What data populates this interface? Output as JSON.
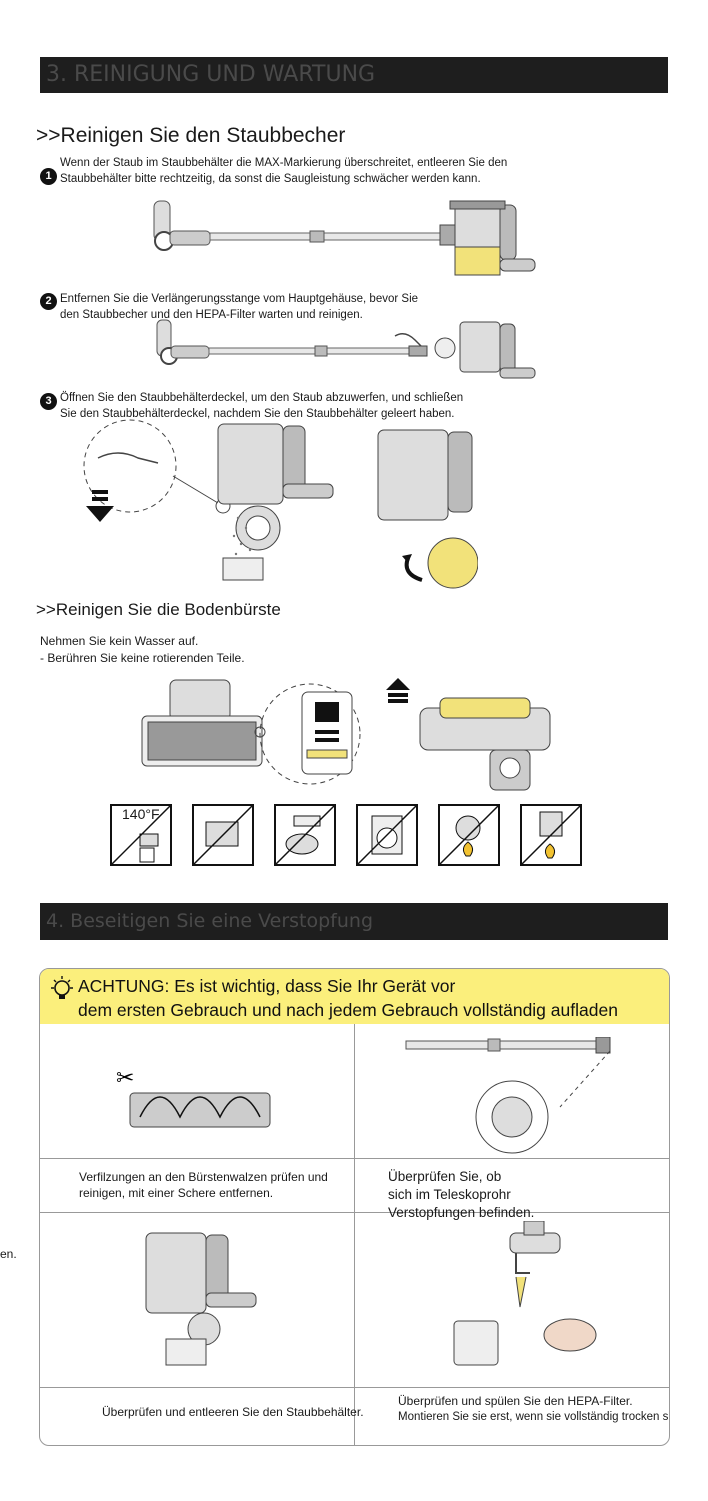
{
  "sections": {
    "cleaning": {
      "title": "3. REINIGUNG UND WARTUNG"
    },
    "clog": {
      "title": "4. Beseitigen Sie eine Verstopfung"
    }
  },
  "dustcup": {
    "heading": ">>Reinigen Sie den Staubbecher",
    "steps": [
      {
        "num": "1",
        "line1": "Wenn der Staub im Staubbehälter die MAX-Markierung überschreitet, entleeren Sie den",
        "line2": "Staubbehälter bitte rechtzeitig, da sonst die Saugleistung schwächer werden kann."
      },
      {
        "num": "2",
        "line1": "Entfernen Sie die Verlängerungsstange vom Hauptgehäuse, bevor Sie",
        "line2": "den Staubbecher und den HEPA-Filter warten und reinigen."
      },
      {
        "num": "3",
        "line1": "Öffnen Sie den Staubbehälterdeckel, um den Staub abzuwerfen, und schließen",
        "line2": "Sie den Staubbehälterdeckel, nachdem Sie den Staubbehälter geleert haben."
      }
    ]
  },
  "brush": {
    "heading": ">>Reinigen Sie die Bodenbürste",
    "line1": "Nehmen Sie kein Wasser auf.",
    "line2": "- Berühren Sie keine rotierenden Teile.",
    "temp_label": "140°F"
  },
  "warning": {
    "line1": "ACHTUNG: Es ist wichtig, dass Sie Ihr Gerät vor",
    "line2": "dem ersten Gebrauch und nach jedem Gebrauch vollständig aufladen"
  },
  "cells": {
    "c1": {
      "line1": "Verfilzungen an den Bürstenwalzen prüfen und",
      "line2": "reinigen, mit einer Schere entfernen."
    },
    "c2": {
      "line1": "Überprüfen Sie, ob",
      "line2": "sich im Teleskoprohr",
      "line3": "Verstopfungen befinden."
    },
    "c3": {
      "line1": "Überprüfen und entleeren Sie den Staubbehälter."
    },
    "c4": {
      "line1": "Überprüfen und spülen Sie den HEPA-Filter.",
      "line2": "Montieren Sie sie erst, wenn sie vollständig trocken sind."
    }
  },
  "margin_fragment": "en.",
  "colors": {
    "bar": "#1e1e1e",
    "highlight": "#fbef7c",
    "accent_yellow": "#f2e27a"
  }
}
